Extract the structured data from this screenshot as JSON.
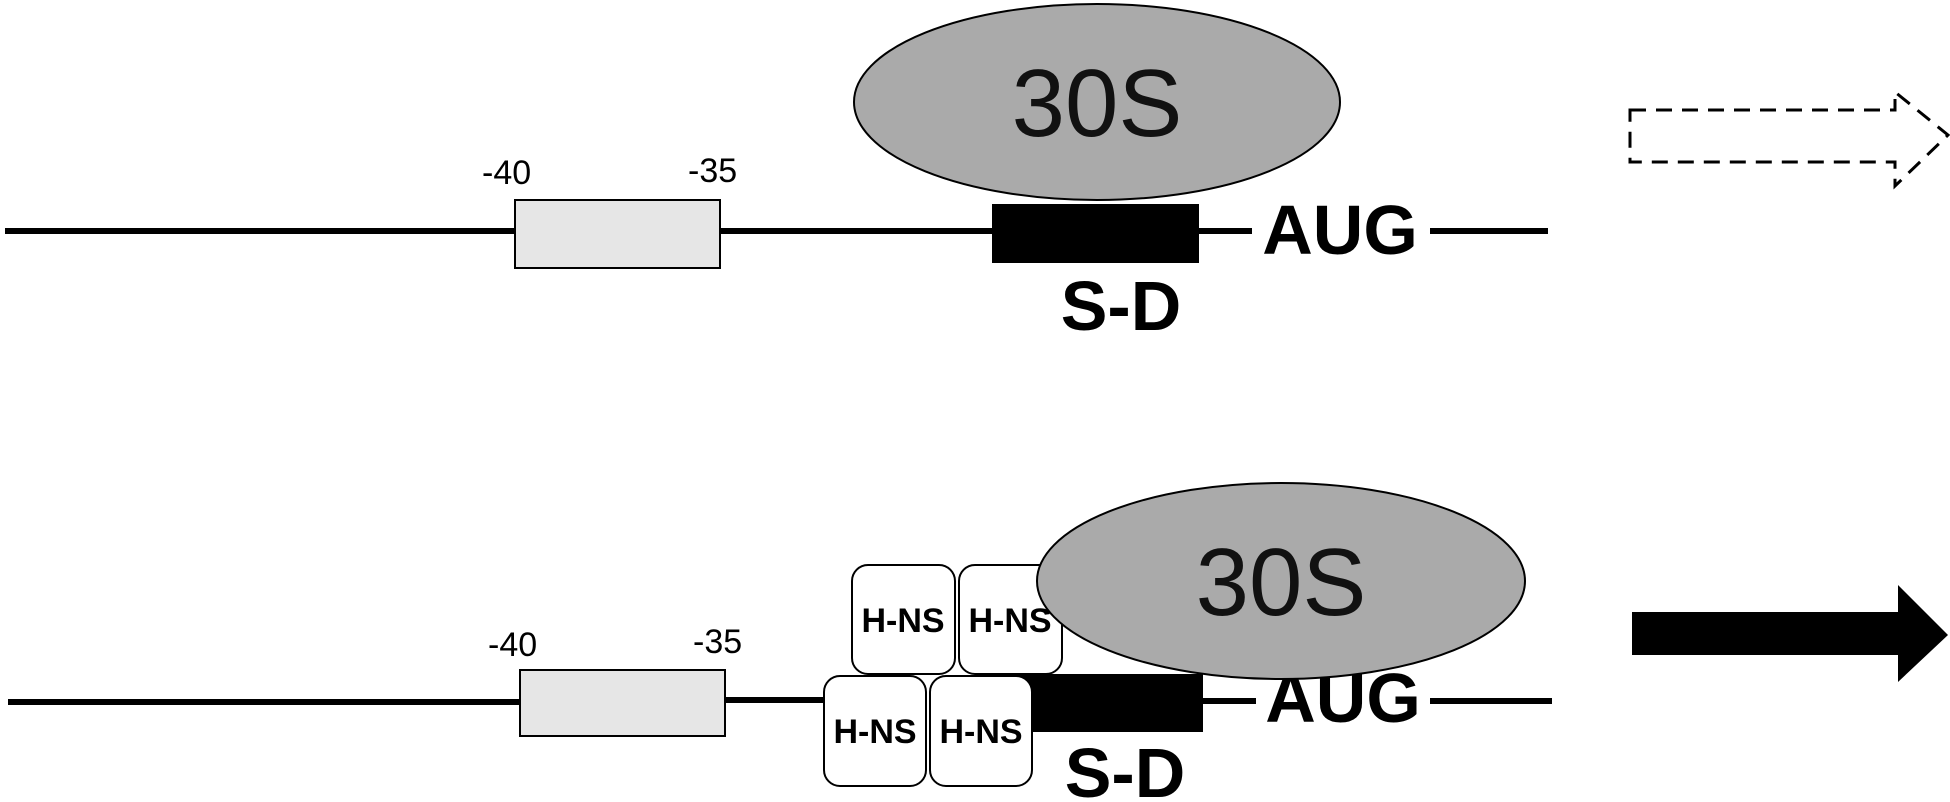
{
  "colors": {
    "ribosome_fill": "#aaaaaa",
    "promoter_box_fill": "#e6e6e6",
    "sd_box_fill": "#000000",
    "line": "#000000"
  },
  "top_panel": {
    "minus40_label": "-40",
    "minus35_label": "-35",
    "ribosome_label": "30S",
    "sd_label": "S-D",
    "start_codon_label": "AUG",
    "outcome_arrow": "dashed-outline-arrow-icon"
  },
  "bottom_panel": {
    "minus40_label": "-40",
    "minus35_label": "-35",
    "ribosome_label": "30S",
    "sd_label": "S-D",
    "start_codon_label": "AUG",
    "hns_labels": [
      "H-NS",
      "H-NS",
      "H-NS",
      "H-NS"
    ],
    "outcome_arrow": "solid-arrow-icon"
  }
}
